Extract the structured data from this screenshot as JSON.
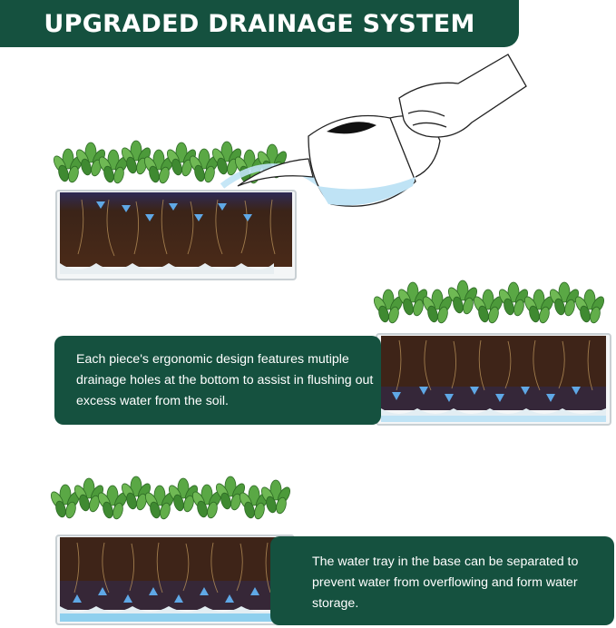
{
  "title": "UPGRADED DRAINAGE SYSTEM",
  "panels": [
    {
      "text": "Each piece's ergonomic design features mutiple drainage holes at the bottom to assist in flushing out excess water from the soil."
    },
    {
      "text": "The water tray in the base can be separated to prevent water from overflowing and form water storage."
    }
  ],
  "colors": {
    "banner": "#15513f",
    "soil": "#3e2418",
    "leaf": "#4f9a3c",
    "water": "#bfe3f5",
    "arrow": "#3d8fd6"
  },
  "icons": [
    "watering-can-icon",
    "hand-icon",
    "leaf-icon",
    "arrow-down-icon",
    "arrow-up-icon"
  ]
}
